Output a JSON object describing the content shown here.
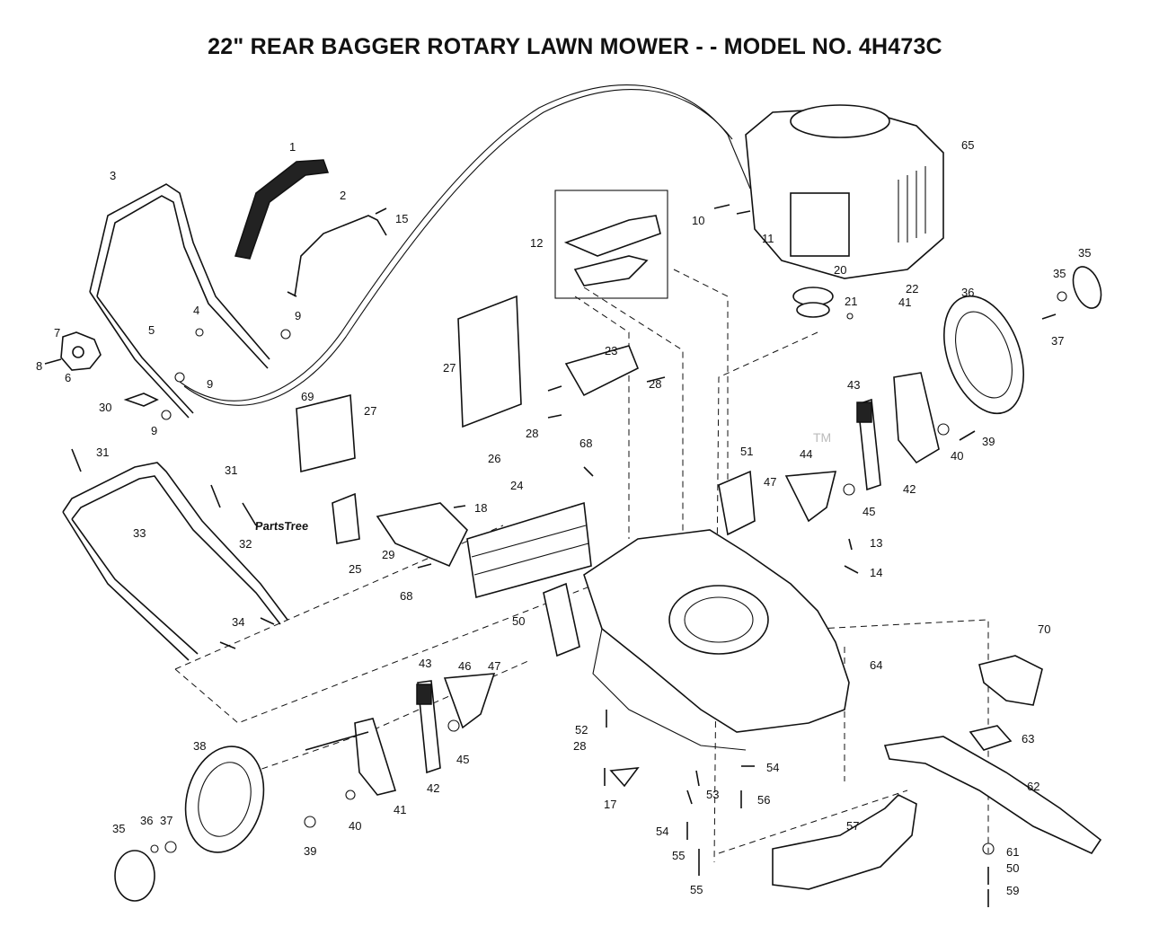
{
  "title": "22\" REAR BAGGER ROTARY LAWN MOWER - - MODEL NO. 4H473C",
  "watermark": {
    "text": "PartsTree",
    "trademark": "TM"
  },
  "callouts": [
    {
      "id": "c1",
      "label": "1"
    },
    {
      "id": "c2",
      "label": "2"
    },
    {
      "id": "c3",
      "label": "3"
    },
    {
      "id": "c4",
      "label": "4"
    },
    {
      "id": "c5",
      "label": "5"
    },
    {
      "id": "c6",
      "label": "6"
    },
    {
      "id": "c7",
      "label": "7"
    },
    {
      "id": "c8",
      "label": "8"
    },
    {
      "id": "c9a",
      "label": "9"
    },
    {
      "id": "c9b",
      "label": "9"
    },
    {
      "id": "c9c",
      "label": "9"
    },
    {
      "id": "c10",
      "label": "10"
    },
    {
      "id": "c11",
      "label": "11"
    },
    {
      "id": "c12",
      "label": "12"
    },
    {
      "id": "c13",
      "label": "13"
    },
    {
      "id": "c14",
      "label": "14"
    },
    {
      "id": "c15",
      "label": "15"
    },
    {
      "id": "c17",
      "label": "17"
    },
    {
      "id": "c18",
      "label": "18"
    },
    {
      "id": "c20",
      "label": "20"
    },
    {
      "id": "c21",
      "label": "21"
    },
    {
      "id": "c22",
      "label": "22"
    },
    {
      "id": "c23",
      "label": "23"
    },
    {
      "id": "c24",
      "label": "24"
    },
    {
      "id": "c25",
      "label": "25"
    },
    {
      "id": "c26",
      "label": "26"
    },
    {
      "id": "c27a",
      "label": "27"
    },
    {
      "id": "c27b",
      "label": "27"
    },
    {
      "id": "c28a",
      "label": "28"
    },
    {
      "id": "c28b",
      "label": "28"
    },
    {
      "id": "c28c",
      "label": "28"
    },
    {
      "id": "c29",
      "label": "29"
    },
    {
      "id": "c30",
      "label": "30"
    },
    {
      "id": "c31a",
      "label": "31"
    },
    {
      "id": "c31b",
      "label": "31"
    },
    {
      "id": "c32",
      "label": "32"
    },
    {
      "id": "c33",
      "label": "33"
    },
    {
      "id": "c34",
      "label": "34"
    },
    {
      "id": "c35a",
      "label": "35"
    },
    {
      "id": "c35b",
      "label": "35"
    },
    {
      "id": "c35c",
      "label": "35"
    },
    {
      "id": "c36a",
      "label": "36"
    },
    {
      "id": "c36b",
      "label": "36"
    },
    {
      "id": "c37a",
      "label": "37"
    },
    {
      "id": "c37b",
      "label": "37"
    },
    {
      "id": "c38",
      "label": "38"
    },
    {
      "id": "c39a",
      "label": "39"
    },
    {
      "id": "c39b",
      "label": "39"
    },
    {
      "id": "c40a",
      "label": "40"
    },
    {
      "id": "c40b",
      "label": "40"
    },
    {
      "id": "c41a",
      "label": "41"
    },
    {
      "id": "c41b",
      "label": "41"
    },
    {
      "id": "c42a",
      "label": "42"
    },
    {
      "id": "c42b",
      "label": "42"
    },
    {
      "id": "c43a",
      "label": "43"
    },
    {
      "id": "c43b",
      "label": "43"
    },
    {
      "id": "c44",
      "label": "44"
    },
    {
      "id": "c45a",
      "label": "45"
    },
    {
      "id": "c45b",
      "label": "45"
    },
    {
      "id": "c46",
      "label": "46"
    },
    {
      "id": "c47a",
      "label": "47"
    },
    {
      "id": "c47b",
      "label": "47"
    },
    {
      "id": "c50a",
      "label": "50"
    },
    {
      "id": "c50b",
      "label": "50"
    },
    {
      "id": "c51",
      "label": "51"
    },
    {
      "id": "c52",
      "label": "52"
    },
    {
      "id": "c53",
      "label": "53"
    },
    {
      "id": "c54a",
      "label": "54"
    },
    {
      "id": "c54b",
      "label": "54"
    },
    {
      "id": "c55a",
      "label": "55"
    },
    {
      "id": "c55b",
      "label": "55"
    },
    {
      "id": "c56",
      "label": "56"
    },
    {
      "id": "c57",
      "label": "57"
    },
    {
      "id": "c59",
      "label": "59"
    },
    {
      "id": "c61",
      "label": "61"
    },
    {
      "id": "c62",
      "label": "62"
    },
    {
      "id": "c63",
      "label": "63"
    },
    {
      "id": "c64",
      "label": "64"
    },
    {
      "id": "c65",
      "label": "65"
    },
    {
      "id": "c68a",
      "label": "68"
    },
    {
      "id": "c68b",
      "label": "68"
    },
    {
      "id": "c69",
      "label": "69"
    },
    {
      "id": "c70",
      "label": "70"
    }
  ]
}
